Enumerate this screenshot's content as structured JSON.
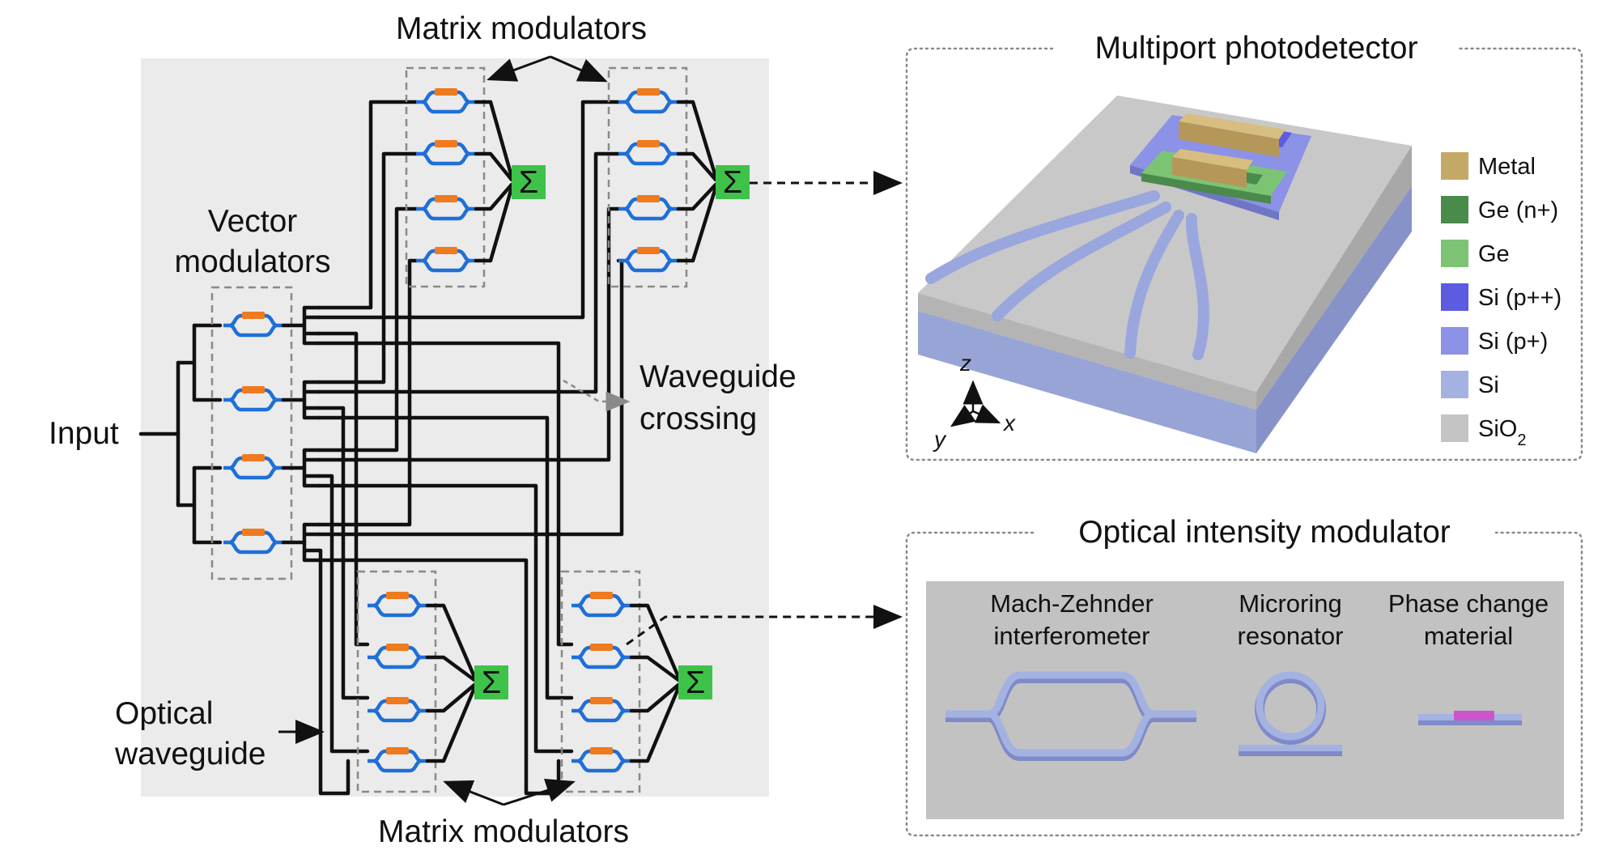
{
  "labels": {
    "matrix_modulators_top": "Matrix modulators",
    "matrix_modulators_bottom": "Matrix modulators",
    "vector_modulators_line1": "Vector",
    "vector_modulators_line2": "modulators",
    "input": "Input",
    "waveguide_crossing_line1": "Waveguide",
    "waveguide_crossing_line2": "crossing",
    "optical_waveguide_line1": "Optical",
    "optical_waveguide_line2": "waveguide",
    "sigma": "Σ"
  },
  "photodetector": {
    "title": "Multiport photodetector",
    "axes": {
      "z": "z",
      "x": "x",
      "y": "y"
    },
    "legend": [
      {
        "label": "Metal",
        "color": "#c4a866"
      },
      {
        "label": "Ge (n+)",
        "color": "#4a8a4a"
      },
      {
        "label": "Ge",
        "color": "#7cc474"
      },
      {
        "label": "Si (p++)",
        "color": "#5b5ce0"
      },
      {
        "label": "Si (p+)",
        "color": "#8c92e6"
      },
      {
        "label": "Si",
        "color": "#a4b2e2"
      },
      {
        "label": "SiO2",
        "color": "#c4c4c4"
      }
    ]
  },
  "modulator": {
    "title": "Optical intensity modulator",
    "types": [
      {
        "line1": "Mach-Zehnder",
        "line2": "interferometer"
      },
      {
        "line1": "Microring",
        "line2": "resonator"
      },
      {
        "line1": "Phase change",
        "line2": "material"
      }
    ]
  },
  "colors": {
    "waveguide": "#111111",
    "mzi_arm": "#1f6fd6",
    "phase_shifter": "#f07a1e",
    "sum_node": "#3fc24a",
    "panel_bg": "#ebebeb",
    "device_si": "#a4b2e2",
    "pcm": "#cc55cc"
  }
}
